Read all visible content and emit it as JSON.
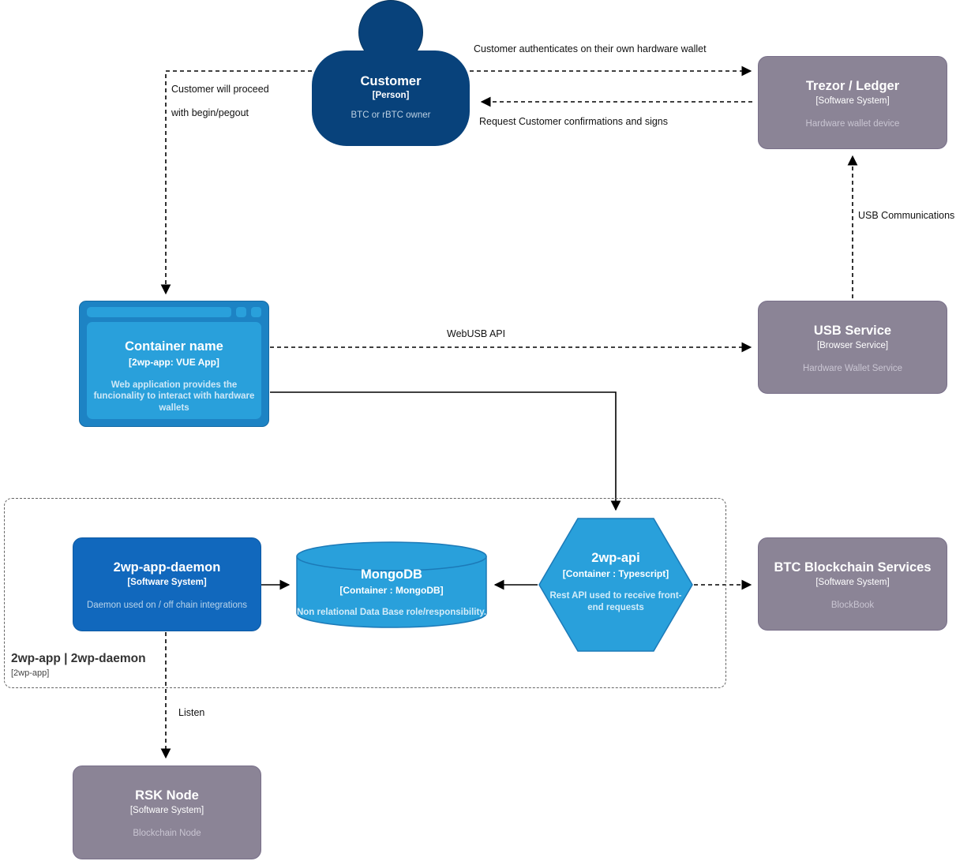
{
  "nodes": {
    "customer": {
      "title": "Customer",
      "subtitle": "[Person]",
      "description": "BTC or rBTC owner"
    },
    "trezor": {
      "title": "Trezor / Ledger",
      "subtitle": "[Software System]",
      "description": "Hardware wallet device"
    },
    "webapp": {
      "title": "Container name",
      "subtitle": "[2wp-app: VUE App]",
      "description": "Web application provides the funcionality to interact with hardware wallets"
    },
    "usb": {
      "title": "USB Service",
      "subtitle": "[Browser Service]",
      "description": "Hardware Wallet Service"
    },
    "daemon": {
      "title": "2wp-app-daemon",
      "subtitle": "[Software System]",
      "description": "Daemon used on / off chain integrations"
    },
    "mongodb": {
      "title": "MongoDB",
      "subtitle": "[Container : MongoDB]",
      "description": "Non relational Data Base role/responsibility."
    },
    "api": {
      "title": "2wp-api",
      "subtitle": "[Container : Typescript]",
      "description": "Rest API used to receive front-end requests"
    },
    "btc": {
      "title": "BTC Blockchain Services",
      "subtitle": "[Software System]",
      "description": "BlockBook"
    },
    "rsk": {
      "title": "RSK Node",
      "subtitle": "[Software System]",
      "description": "Blockchain Node"
    }
  },
  "boundary": {
    "title": "2wp-app | 2wp-daemon",
    "subtitle": "[2wp-app]"
  },
  "relationships": {
    "customer_to_trezor": {
      "label": "Customer authenticates on their own hardware wallet"
    },
    "trezor_to_customer": {
      "label": "Request Customer confirmations and signs"
    },
    "customer_to_webapp_line1": {
      "label": "Customer will proceed"
    },
    "customer_to_webapp_line2": {
      "label": "with begin/pegout"
    },
    "usb_to_trezor": {
      "label": "USB Communications"
    },
    "webapp_to_usb": {
      "label": "WebUSB API"
    },
    "daemon_to_rsk": {
      "label": "Listen"
    }
  },
  "colors": {
    "person_navy": "#08427b",
    "person_navy_border": "#06355f",
    "container_blue": "#1168bd",
    "container_blue_border": "#0d5aa4",
    "light_blue": "#29a0db",
    "light_blue_border": "#1c7ab8",
    "browser_frame": "#1d83c4",
    "browser_frame_border": "#166ba6",
    "external_gray": "#8b8496",
    "external_gray_border": "#79708a"
  }
}
